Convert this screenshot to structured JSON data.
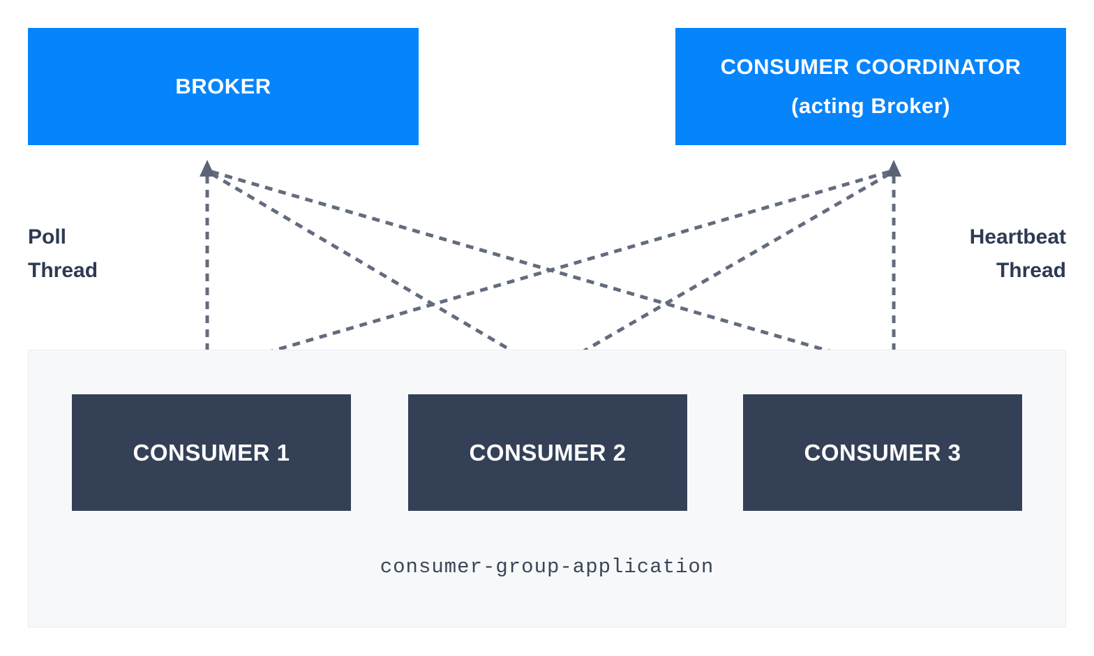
{
  "diagram": {
    "broker": {
      "label": "BROKER"
    },
    "coordinator": {
      "line1": "CONSUMER COORDINATOR",
      "line2": "(acting Broker)"
    },
    "poll_label": {
      "line1": "Poll",
      "line2": "Thread"
    },
    "heartbeat_label": {
      "line1": "Heartbeat",
      "line2": "Thread"
    },
    "consumers": [
      {
        "label": "CONSUMER 1"
      },
      {
        "label": "CONSUMER 2"
      },
      {
        "label": "CONSUMER 3"
      }
    ],
    "group_caption": "consumer-group-application",
    "connections": [
      {
        "name": "consumer1-poll",
        "from": "CONSUMER 1",
        "to": "BROKER"
      },
      {
        "name": "consumer2-poll",
        "from": "CONSUMER 2",
        "to": "BROKER"
      },
      {
        "name": "consumer3-poll",
        "from": "CONSUMER 3",
        "to": "BROKER"
      },
      {
        "name": "consumer1-heartbeat",
        "from": "CONSUMER 1",
        "to": "CONSUMER COORDINATOR"
      },
      {
        "name": "consumer2-heartbeat",
        "from": "CONSUMER 2",
        "to": "CONSUMER COORDINATOR"
      },
      {
        "name": "consumer3-heartbeat",
        "from": "CONSUMER 3",
        "to": "CONSUMER COORDINATOR"
      }
    ],
    "colors": {
      "box_blue": "#0684fb",
      "box_dark": "#344056",
      "group_bg": "#f7f8fa",
      "group_border": "#ececef",
      "line": "#636c7d",
      "arrow": "#5b6477",
      "side_label_text": "#2d3a53",
      "caption_text": "#3a4657",
      "box_text": "#ffffff"
    }
  }
}
